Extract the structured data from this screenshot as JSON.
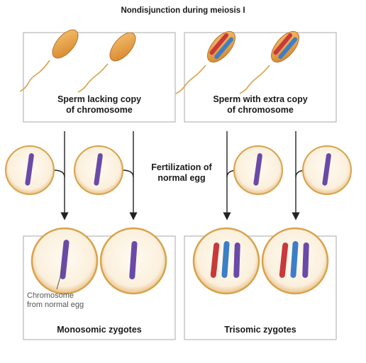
{
  "title": "Nondisjunction during meiosis I",
  "panels": {
    "sperm_lacking": {
      "line1": "Sperm lacking copy",
      "line2": "of chromosome"
    },
    "sperm_extra": {
      "line1": "Sperm with extra copy",
      "line2": "of chromosome"
    },
    "monosomic": {
      "label": "Monosomic zygotes"
    },
    "trisomic": {
      "label": "Trisomic zygotes"
    }
  },
  "fertilization": {
    "line1": "Fertilization of",
    "line2": "normal egg"
  },
  "annotation": {
    "line1": "Chromosome",
    "line2": "from normal egg"
  },
  "colors": {
    "sperm_body": "#e69b3c",
    "egg_fill": "#fbf0dd",
    "egg_rim": "#d9a24a",
    "chromosome_purple": "#6a4aa8",
    "chromosome_red": "#c8393b",
    "chromosome_blue": "#3b7fc8",
    "panel_border": "#aaaaaa",
    "arrow": "#222222"
  }
}
